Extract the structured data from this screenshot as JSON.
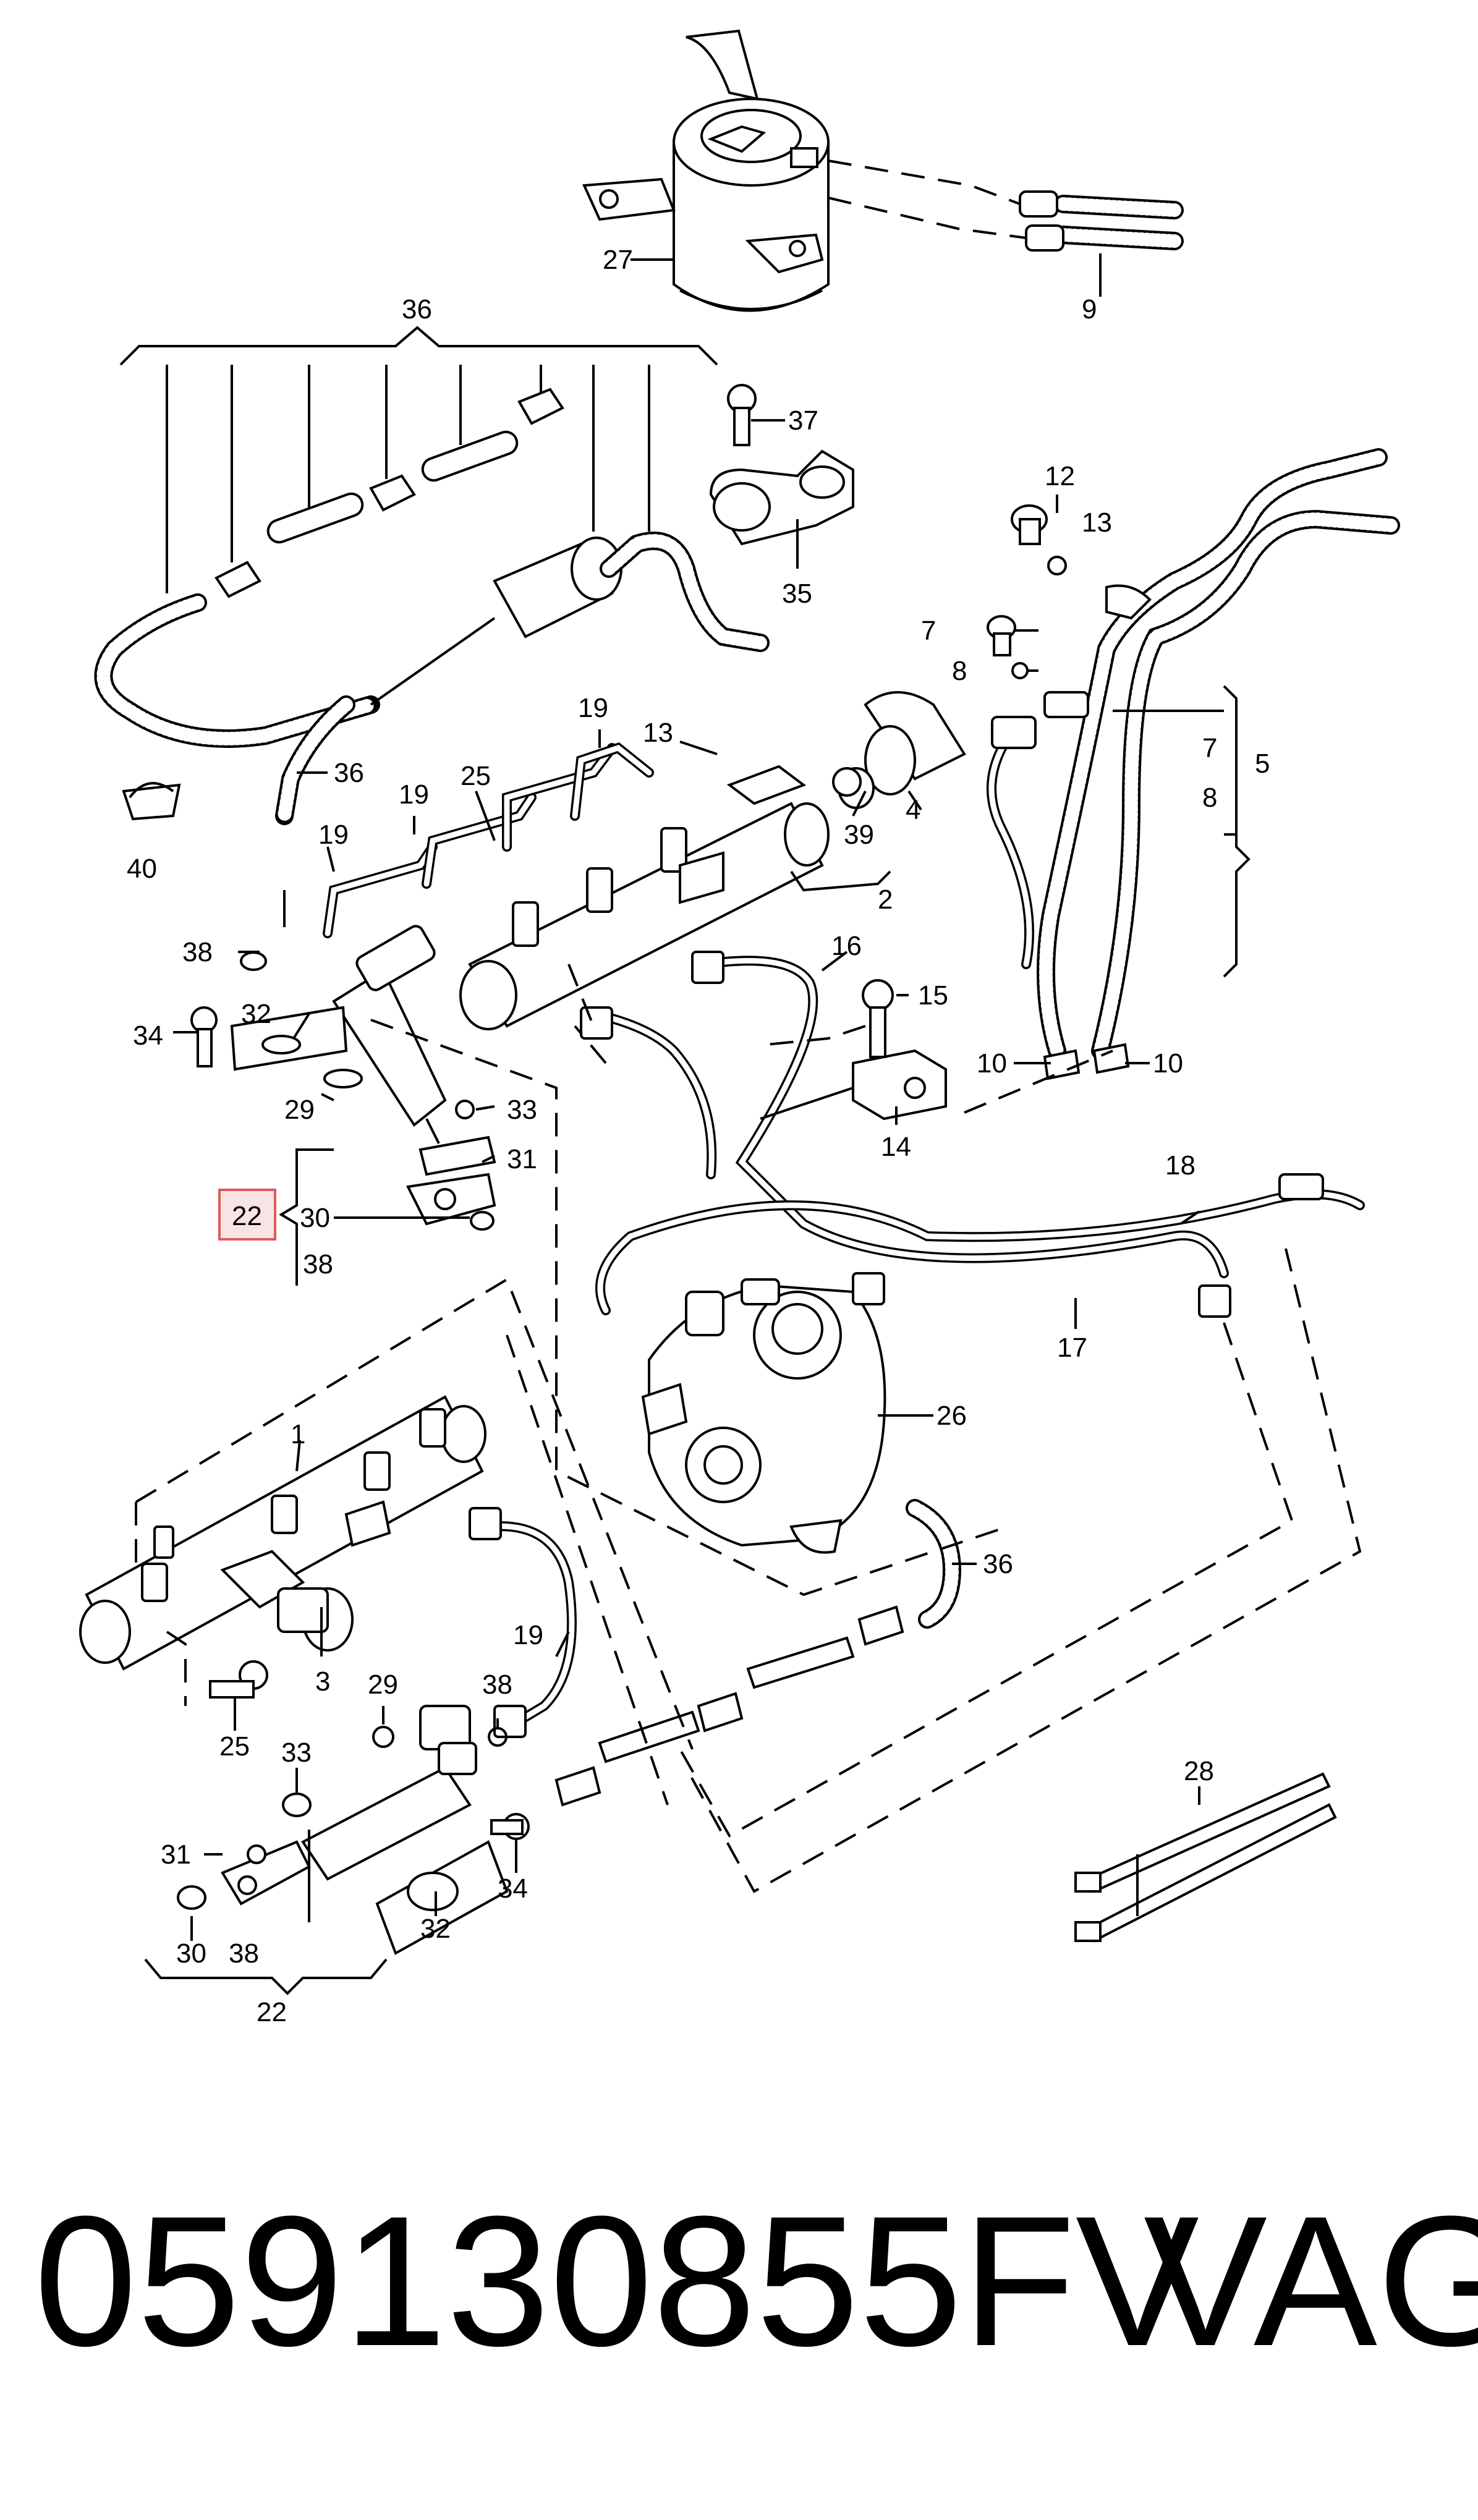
{
  "callouts": {
    "c1": "1",
    "c2": "2",
    "c3": "3",
    "c4": "4",
    "c5": "5",
    "c7a": "7",
    "c7b": "7",
    "c8a": "8",
    "c8b": "8",
    "c9": "9",
    "c10a": "10",
    "c10b": "10",
    "c12": "12",
    "c13a": "13",
    "c13b": "13",
    "c14": "14",
    "c15": "15",
    "c16": "16",
    "c17": "17",
    "c18": "18",
    "c19a": "19",
    "c19b": "19",
    "c19c": "19",
    "c19d": "19",
    "c22a": "22",
    "c22b": "22",
    "c25a": "25",
    "c25b": "25",
    "c26": "26",
    "c27": "27",
    "c28": "28",
    "c29a": "29",
    "c29b": "29",
    "c30a": "30",
    "c30b": "30",
    "c31a": "31",
    "c31b": "31",
    "c32a": "32",
    "c32b": "32",
    "c33a": "33",
    "c33b": "33",
    "c34a": "34",
    "c34b": "34",
    "c35": "35",
    "c36a": "36",
    "c36b": "36",
    "c36c": "36",
    "c37": "37",
    "c38a": "38",
    "c38b": "38",
    "c38c": "38",
    "c38d": "38",
    "c39": "39",
    "c40": "40"
  },
  "highlighted_callout": "22",
  "highlight_color": "#e05a5a",
  "part_number": "059130855FV",
  "brand": "VAG"
}
